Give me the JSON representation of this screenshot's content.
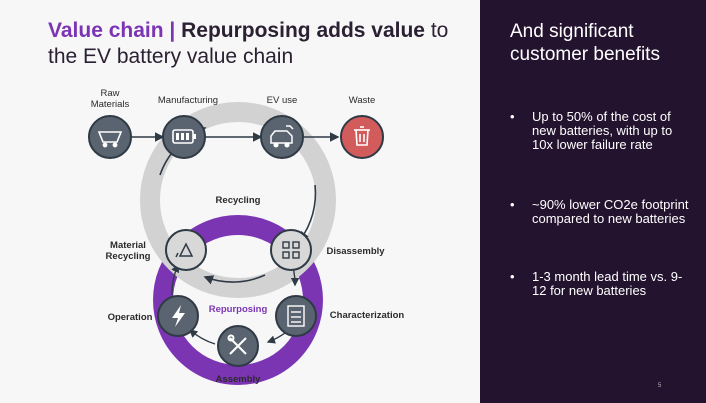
{
  "title": {
    "part1": "Value chain | ",
    "part2": "Repurposing adds value",
    "part3": " to the EV battery value chain"
  },
  "diagram": {
    "raw_materials": "Raw Materials",
    "manufacturing": "Manufacturing",
    "ev_use": "EV use",
    "waste": "Waste",
    "recycling": "Recycling",
    "disassembly": "Disassembly",
    "material_recycling": "Material Recycling",
    "characterization": "Characterization",
    "operation": "Operation",
    "repurposing": "Repurposing",
    "assembly": "Assembly"
  },
  "right": {
    "title": "And significant customer benefits",
    "bullets": [
      "Up to 50% of the cost of new batteries, with up to 10x lower failure rate",
      "~90% lower CO2e footprint compared to new batteries",
      "1-3 month lead time vs. 9-12 for new batteries"
    ]
  },
  "page_number": "5",
  "colors": {
    "purple": "#7b35b3",
    "dark_bg": "#23132e",
    "waste_red": "#d25b5b",
    "node_gray": "#5a6470"
  }
}
